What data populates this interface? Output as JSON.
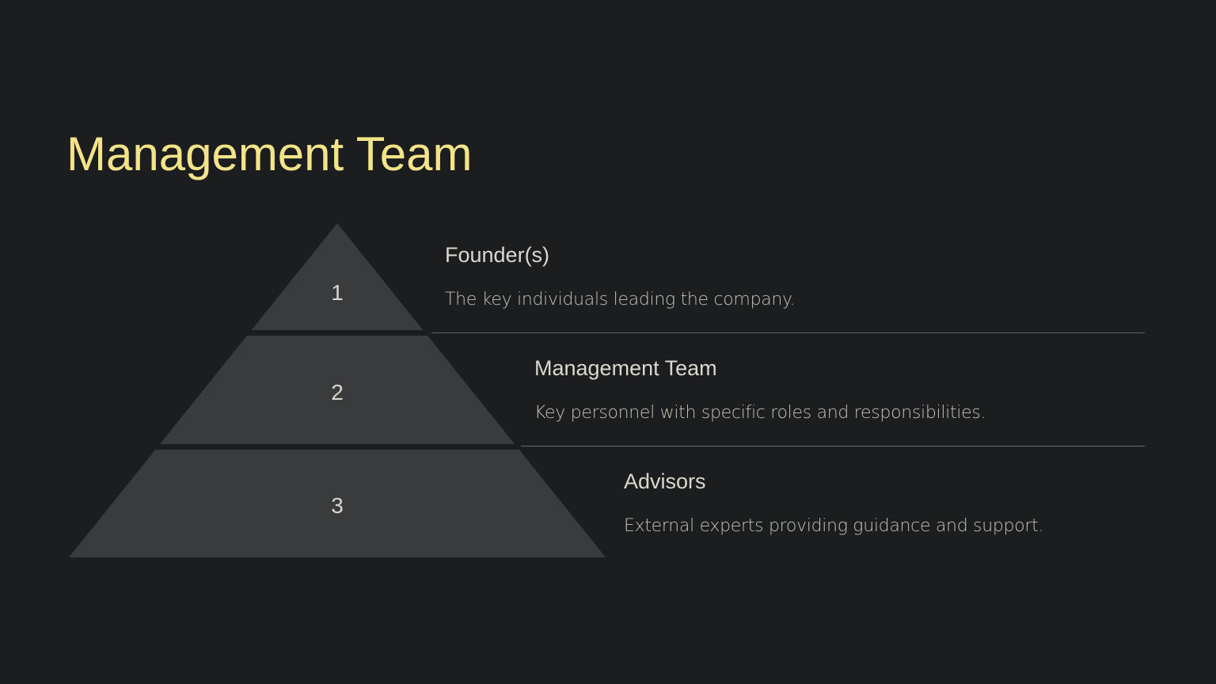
{
  "slide": {
    "title": "Management Team",
    "colors": {
      "background": "#1c1d1f",
      "tier": "#3a3b3d",
      "title": "#f3e48a"
    },
    "tiers": [
      {
        "number": "1",
        "label": "Founder(s)",
        "description": "The key individuals leading the company."
      },
      {
        "number": "2",
        "label": "Management Team",
        "description": "Key personnel with specific roles and responsibilities."
      },
      {
        "number": "3",
        "label": "Advisors",
        "description": "External experts providing guidance and support."
      }
    ]
  }
}
